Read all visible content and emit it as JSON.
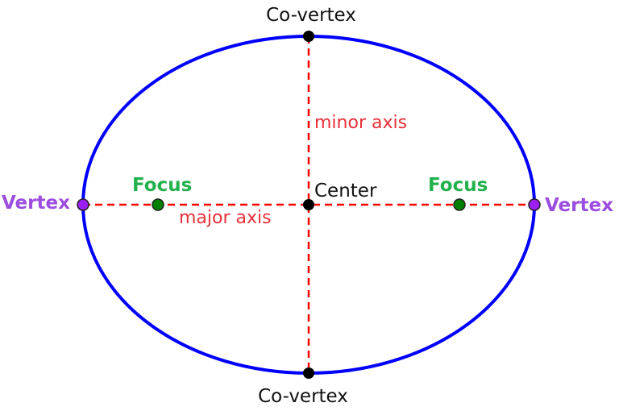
{
  "labels": {
    "co_vertex_top": "Co-vertex",
    "co_vertex_bottom": "Co-vertex",
    "minor_axis": "minor axis",
    "major_axis": "major axis",
    "center": "Center",
    "focus_left": "Focus",
    "focus_right": "Focus",
    "vertex_left": "Vertex",
    "vertex_right": "Vertex"
  },
  "colors": {
    "ellipse": "#0000ff",
    "axes": "#ff0000",
    "axis_label": "#e8303a",
    "focus": "#22b14c",
    "focus_point": "#008000",
    "vertex": "#9b4de0",
    "point": "#000000"
  }
}
